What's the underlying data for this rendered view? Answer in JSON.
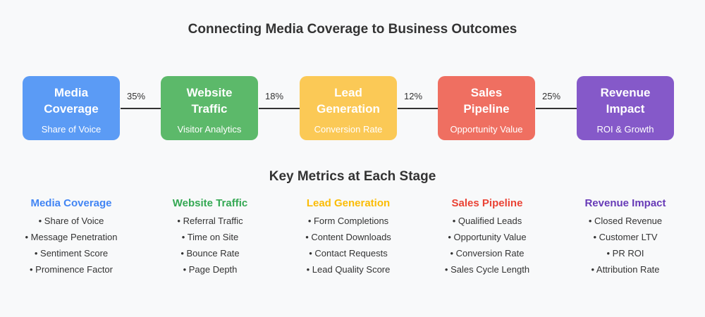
{
  "title": "Connecting Media Coverage to Business Outcomes",
  "stages": [
    {
      "name_line1": "Media",
      "name_line2": "Coverage",
      "sub": "Share of Voice",
      "color": "#5b9bf5"
    },
    {
      "name_line1": "Website",
      "name_line2": "Traffic",
      "sub": "Visitor Analytics",
      "color": "#5cb96a"
    },
    {
      "name_line1": "Lead",
      "name_line2": "Generation",
      "sub": "Conversion Rate",
      "color": "#fbc956"
    },
    {
      "name_line1": "Sales",
      "name_line2": "Pipeline",
      "sub": "Opportunity Value",
      "color": "#ef6f61"
    },
    {
      "name_line1": "Revenue",
      "name_line2": "Impact",
      "sub": "ROI & Growth",
      "color": "#8559c9"
    }
  ],
  "conversions": [
    "35%",
    "18%",
    "12%",
    "25%"
  ],
  "metrics_title": "Key Metrics at Each Stage",
  "metric_columns": [
    {
      "title": "Media Coverage",
      "color": "#4285f4",
      "items": [
        "• Share of Voice",
        "• Message Penetration",
        "• Sentiment Score",
        "• Prominence Factor"
      ]
    },
    {
      "title": "Website Traffic",
      "color": "#34a853",
      "items": [
        "• Referral Traffic",
        "• Time on Site",
        "• Bounce Rate",
        "• Page Depth"
      ]
    },
    {
      "title": "Lead Generation",
      "color": "#fbbc05",
      "items": [
        "• Form Completions",
        "• Content Downloads",
        "• Contact Requests",
        "• Lead Quality Score"
      ]
    },
    {
      "title": "Sales Pipeline",
      "color": "#ea4335",
      "items": [
        "• Qualified Leads",
        "• Opportunity Value",
        "• Conversion Rate",
        "• Sales Cycle Length"
      ]
    },
    {
      "title": "Revenue Impact",
      "color": "#673ab7",
      "items": [
        "• Closed Revenue",
        "• Customer LTV",
        "• PR ROI",
        "• Attribution Rate"
      ]
    }
  ],
  "arrow_color": "#333333"
}
